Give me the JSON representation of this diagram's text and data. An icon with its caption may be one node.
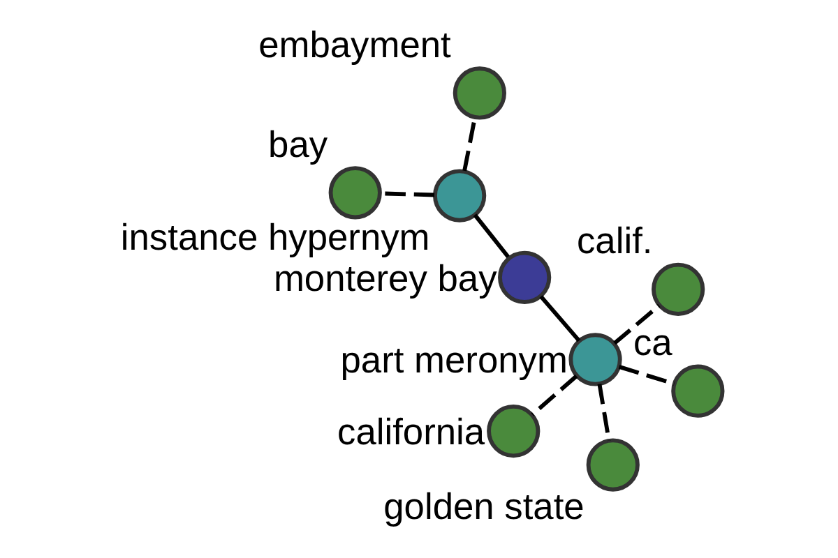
{
  "diagram": {
    "nodes": [
      {
        "text": [
          "monterey bay"
        ]
      },
      {
        "text": [
          "part meronym"
        ]
      },
      {
        "text": [
          "instance hypernym"
        ]
      },
      {
        "text": [
          "california"
        ]
      },
      {
        "text": [
          "calif."
        ]
      },
      {
        "text": [
          "ca"
        ]
      },
      {
        "text": [
          "golden state"
        ]
      },
      {
        "text": [
          "bay"
        ]
      },
      {
        "text": [
          "embayment"
        ]
      }
    ],
    "edges": [
      {
        "from": 0,
        "to": 1,
        "arrow": "none"
      },
      {
        "from": 0,
        "to": 2,
        "arrow": "none"
      },
      {
        "from": 1,
        "to": 3,
        "arrow": "none",
        "style": "dashed"
      },
      {
        "from": 1,
        "to": 4,
        "arrow": "none",
        "style": "dashed"
      },
      {
        "from": 1,
        "to": 5,
        "arrow": "none",
        "style": "dashed"
      },
      {
        "from": 1,
        "to": 6,
        "arrow": "none",
        "style": "dashed"
      },
      {
        "from": 2,
        "to": 7,
        "arrow": "none",
        "style": "dashed"
      },
      {
        "from": 2,
        "to": 8,
        "arrow": "none",
        "style": "dashed"
      }
    ]
  }
}
